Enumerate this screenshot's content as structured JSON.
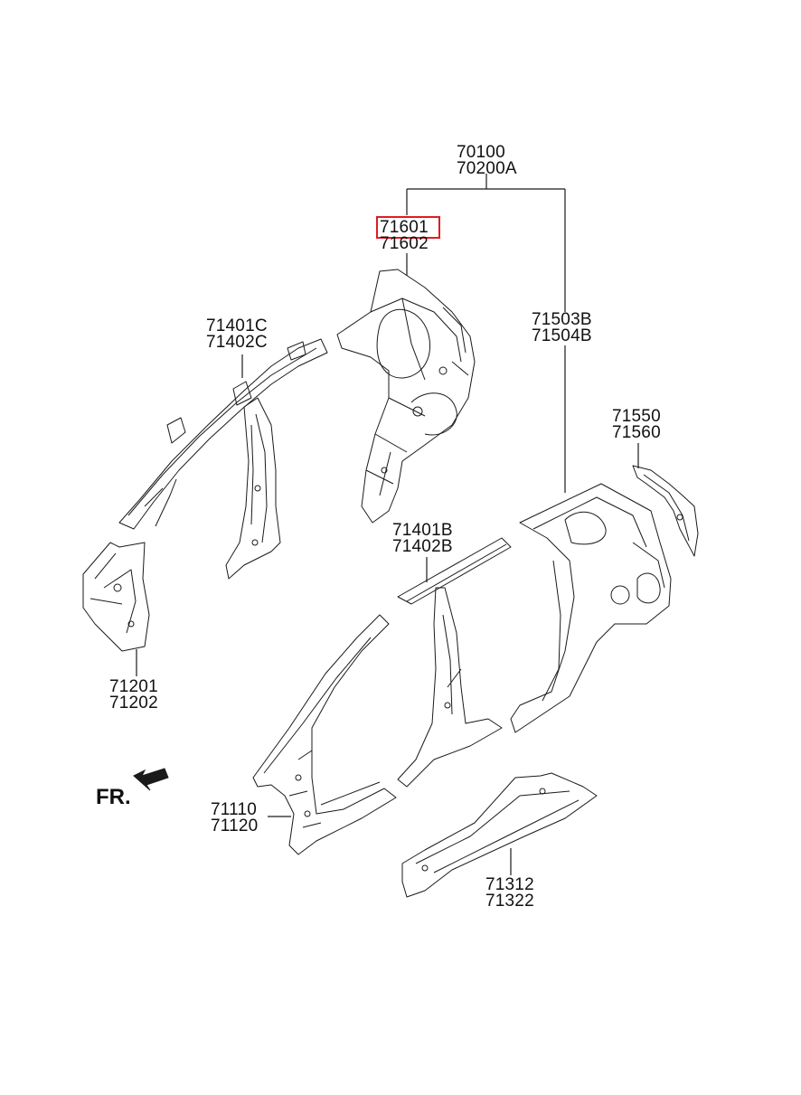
{
  "parts": [
    {
      "id": "p70100",
      "codes": [
        "70100",
        "70200A"
      ]
    },
    {
      "id": "p71601",
      "codes": [
        "71601",
        "71602"
      ],
      "highlighted": true
    },
    {
      "id": "p71401c",
      "codes": [
        "71401C",
        "71402C"
      ]
    },
    {
      "id": "p71503b",
      "codes": [
        "71503B",
        "71504B"
      ]
    },
    {
      "id": "p71550",
      "codes": [
        "71550",
        "71560"
      ]
    },
    {
      "id": "p71401b",
      "codes": [
        "71401B",
        "71402B"
      ]
    },
    {
      "id": "p71201",
      "codes": [
        "71201",
        "71202"
      ]
    },
    {
      "id": "p71110",
      "codes": [
        "71110",
        "71120"
      ]
    },
    {
      "id": "p71312",
      "codes": [
        "71312",
        "71322"
      ]
    }
  ],
  "direction": {
    "label": "FR.",
    "icon": "front-arrow-icon"
  },
  "colors": {
    "line": "#1a1a1a",
    "highlight": "#e11b22",
    "background": "#ffffff"
  }
}
